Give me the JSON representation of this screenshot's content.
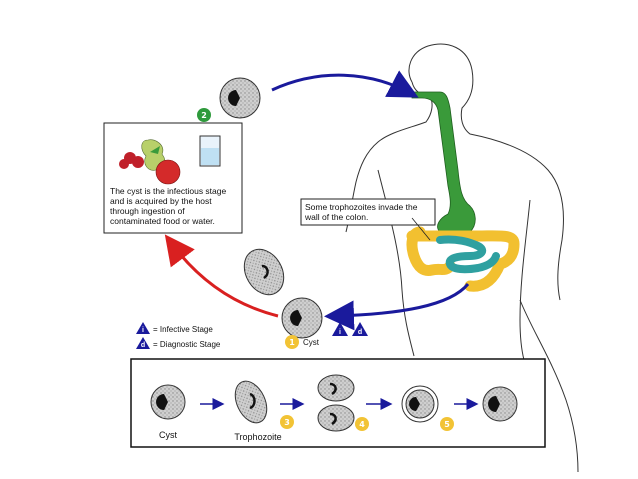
{
  "food_box": {
    "caption": "The cyst is the infectious stage and is acquired by the host through ingestion of contaminated food or water."
  },
  "colon_note": "Some trophozoites invade the wall of the colon.",
  "legend": {
    "infective": "= Infective Stage",
    "diagnostic": "= Diagnostic Stage",
    "infective_symbol": "i",
    "diagnostic_symbol": "d"
  },
  "main_cycle": {
    "cyst_label": "Cyst",
    "step2_number": "2",
    "step1_number": "1"
  },
  "bottom_panel": {
    "cyst_label": "Cyst",
    "trophozoite_label": "Trophozoite",
    "step3": "3",
    "step4": "4",
    "step5": "5"
  },
  "colors": {
    "blue_arrow": "#1a1a9c",
    "red_arrow": "#d92020",
    "step_green": "#2e9a3c",
    "step_yellow": "#f2c335",
    "esophagus_green": "#3a9a3a",
    "colon_yellow": "#f2c030",
    "intestine_teal": "#2fa0a0"
  }
}
